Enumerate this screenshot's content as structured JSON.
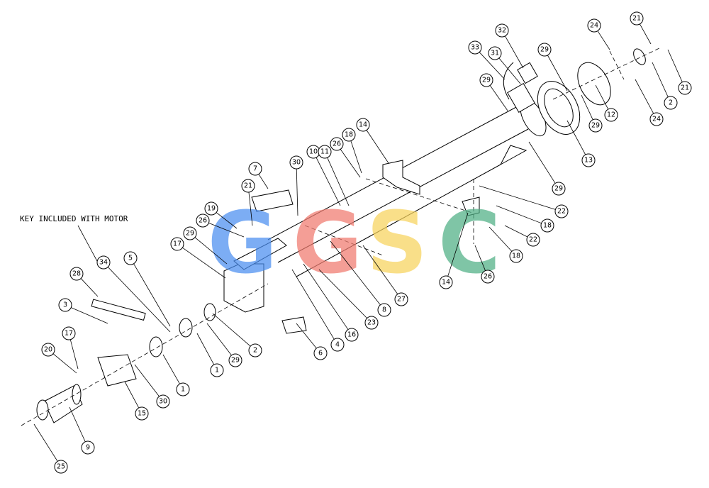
{
  "note": "KEY INCLUDED WITH MOTOR",
  "watermark": {
    "letters": [
      "G",
      "G",
      "S",
      "C"
    ],
    "colors": [
      "#4a8ef0",
      "#f07a6e",
      "#f7d35c",
      "#4fb085"
    ]
  },
  "callouts": [
    "32",
    "33",
    "31",
    "29",
    "24",
    "21",
    "29",
    "2",
    "21",
    "12",
    "29",
    "24",
    "13",
    "29",
    "14",
    "18",
    "26",
    "10",
    "11",
    "30",
    "7",
    "22",
    "18",
    "22",
    "18",
    "26",
    "14",
    "21",
    "19",
    "26",
    "29",
    "17",
    "8",
    "27",
    "23",
    "16",
    "4",
    "6",
    "34",
    "5",
    "28",
    "3",
    "2",
    "29",
    "1",
    "1",
    "20",
    "17",
    "30",
    "15",
    "9",
    "25"
  ]
}
